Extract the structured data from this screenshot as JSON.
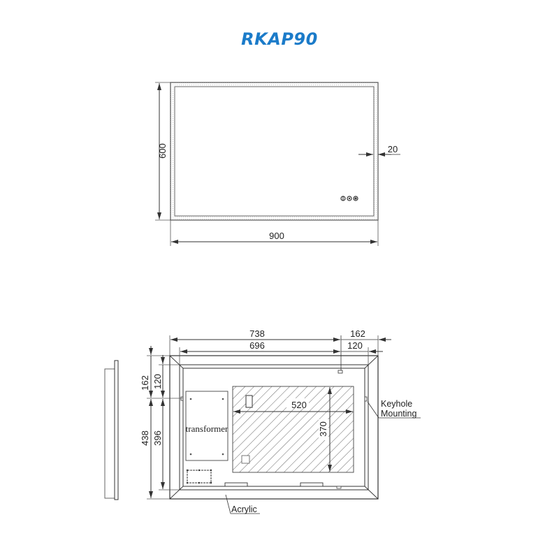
{
  "title": "RKAP90",
  "colors": {
    "title": "#1b7bc9",
    "line": "#333333",
    "hatch": "#555555"
  },
  "front_view": {
    "width_label": "900",
    "height_label": "600",
    "border_label": "20",
    "buttons": [
      {
        "icon": "power-icon"
      },
      {
        "icon": "light-icon"
      },
      {
        "icon": "defog-icon"
      }
    ]
  },
  "back_view": {
    "top_dims": {
      "overall_left": "738",
      "overall_right": "162",
      "inner_left": "696",
      "inner_right": "120"
    },
    "left_dims": {
      "outer_top": "162",
      "inner_top": "120",
      "outer_bottom": "438",
      "inner_bottom": "396"
    },
    "hatched_area": {
      "width_label": "520",
      "height_label": "370"
    },
    "transformer_label": "transformer",
    "callouts": {
      "keyhole": [
        "Keyhole",
        "Mounting"
      ],
      "acrylic": "Acrylic"
    }
  }
}
